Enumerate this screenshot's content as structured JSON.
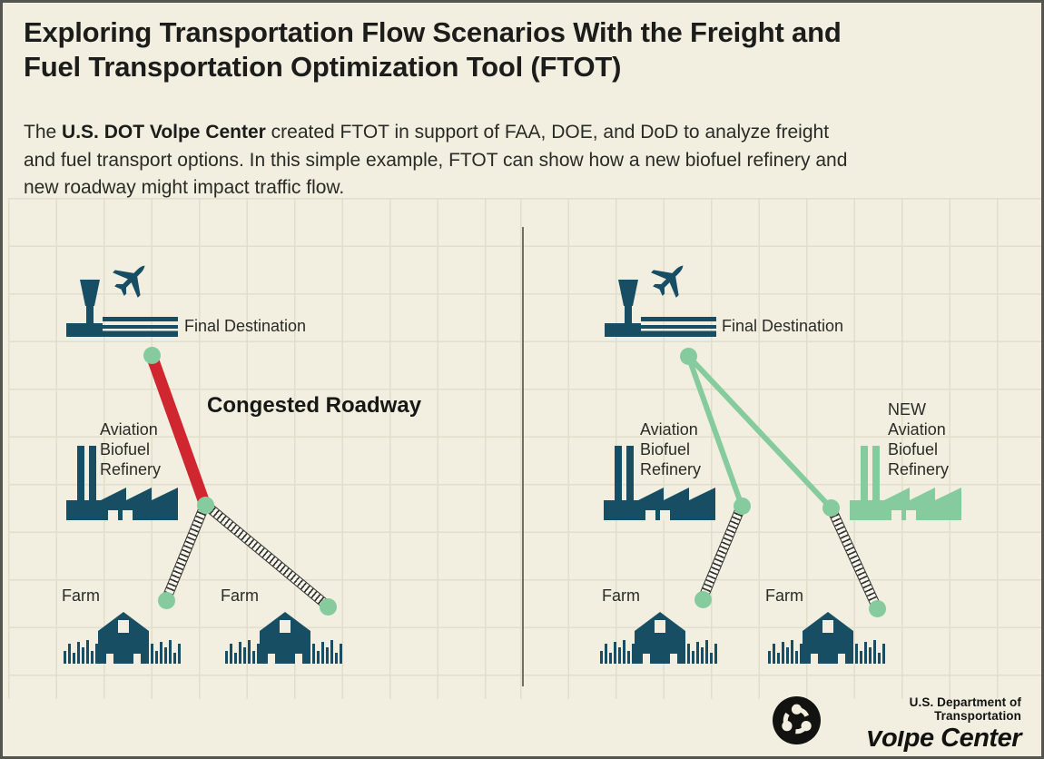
{
  "title": {
    "line1": "Exploring Transportation Flow Scenarios With the Freight and",
    "line2": "Fuel Transportation Optimization Tool (FTOT)"
  },
  "intro": {
    "line1_pre": "The ",
    "line1_bold": "U.S. DOT Volpe Center",
    "line1_post": " created FTOT in support of FAA, DOE, and DoD to analyze freight",
    "line2": "and fuel transport options. In this simple example, FTOT can show how a new biofuel refinery and",
    "line3": "new roadway might impact traffic flow."
  },
  "left_panel": {
    "final_destination_label": "Final Destination",
    "congested_roadway_label": "Congested Roadway",
    "refinery_label": {
      "line1": "Aviation",
      "line2": "Biofuel",
      "line3": "Refinery"
    },
    "farm1_label": "Farm",
    "farm2_label": "Farm"
  },
  "right_panel": {
    "final_destination_label": "Final Destination",
    "refinery_label": {
      "line1": "Aviation",
      "line2": "Biofuel",
      "line3": "Refinery"
    },
    "new_refinery_label": {
      "line1": "NEW",
      "line2": "Aviation",
      "line3": "Biofuel",
      "line4": "Refinery"
    },
    "farm1_label": "Farm",
    "farm2_label": "Farm"
  },
  "footer": {
    "agency": "U.S. Department of Transportation",
    "center_name_part1": "Volpe",
    "center_name_part2": " Center"
  },
  "icons": {
    "airport": "airport-tower-runway-icon",
    "airplane": "airplane-icon",
    "refinery": "factory-refinery-icon",
    "barn": "farm-barn-icon",
    "logo": "usdot-triskelion-icon"
  },
  "colors": {
    "background": "#f2efe0",
    "grid_line": "#e1decb",
    "teal_icon": "#174e63",
    "green_accent": "#85cb9e",
    "congested_red": "#cf2630",
    "text": "#2a2a26",
    "divider": "#6f705f"
  }
}
